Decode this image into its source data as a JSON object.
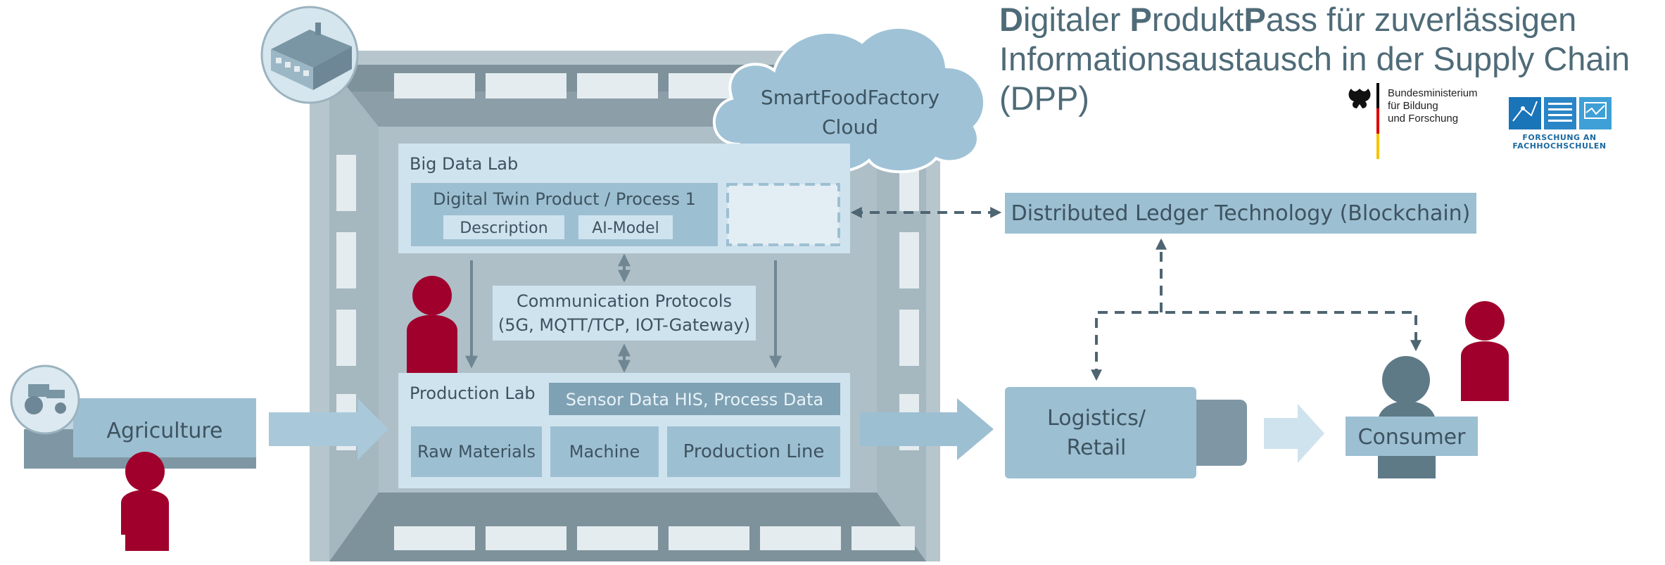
{
  "title": {
    "parts": [
      {
        "text": "D",
        "bold": true
      },
      {
        "text": "igitaler ",
        "bold": false
      },
      {
        "text": "P",
        "bold": true
      },
      {
        "text": "rodukt",
        "bold": false
      },
      {
        "text": "P",
        "bold": true
      },
      {
        "text": "ass für zuverlässigen Informationsaustausch in der Supply Chain (DPP)",
        "bold": false
      }
    ]
  },
  "logos": {
    "bmbf": "Bundesministerium\nfür Bildung\nund Forschung",
    "fhs": "FORSCHUNG AN\nFACHHOCHSCHULEN"
  },
  "cloud": {
    "line1": "SmartFoodFactory",
    "line2": "Cloud"
  },
  "big_data_lab": {
    "label": "Big Data Lab",
    "twin_title": "Digital Twin Product / Process 1",
    "description": "Description",
    "ai_model": "AI-Model"
  },
  "communication": {
    "line1": "Communication Protocols",
    "line2": "(5G, MQTT/TCP, IOT-Gateway)"
  },
  "production_lab": {
    "label": "Production Lab",
    "sensor": "Sensor Data HIS, Process Data",
    "raw_materials": "Raw Materials",
    "machine": "Machine",
    "production_line": "Production Line"
  },
  "agriculture": "Agriculture",
  "ledger": "Distributed Ledger Technology (Blockchain)",
  "logistics": {
    "line1": "Logistics/",
    "line2": "Retail"
  },
  "consumer": "Consumer",
  "colors": {
    "frame": "#8c9ea7",
    "frame_dark": "#6e848e",
    "frame_light": "#b7c6cd",
    "box": "#9dbfd2",
    "box_light": "#cfe3ee",
    "box_dark": "#7fa1b4",
    "person_red": "#a0002c",
    "person_gray": "#5f7a87",
    "text_dark": "#3d5360",
    "arrow_light": "#b2d0df",
    "dash": "#4e6572"
  }
}
